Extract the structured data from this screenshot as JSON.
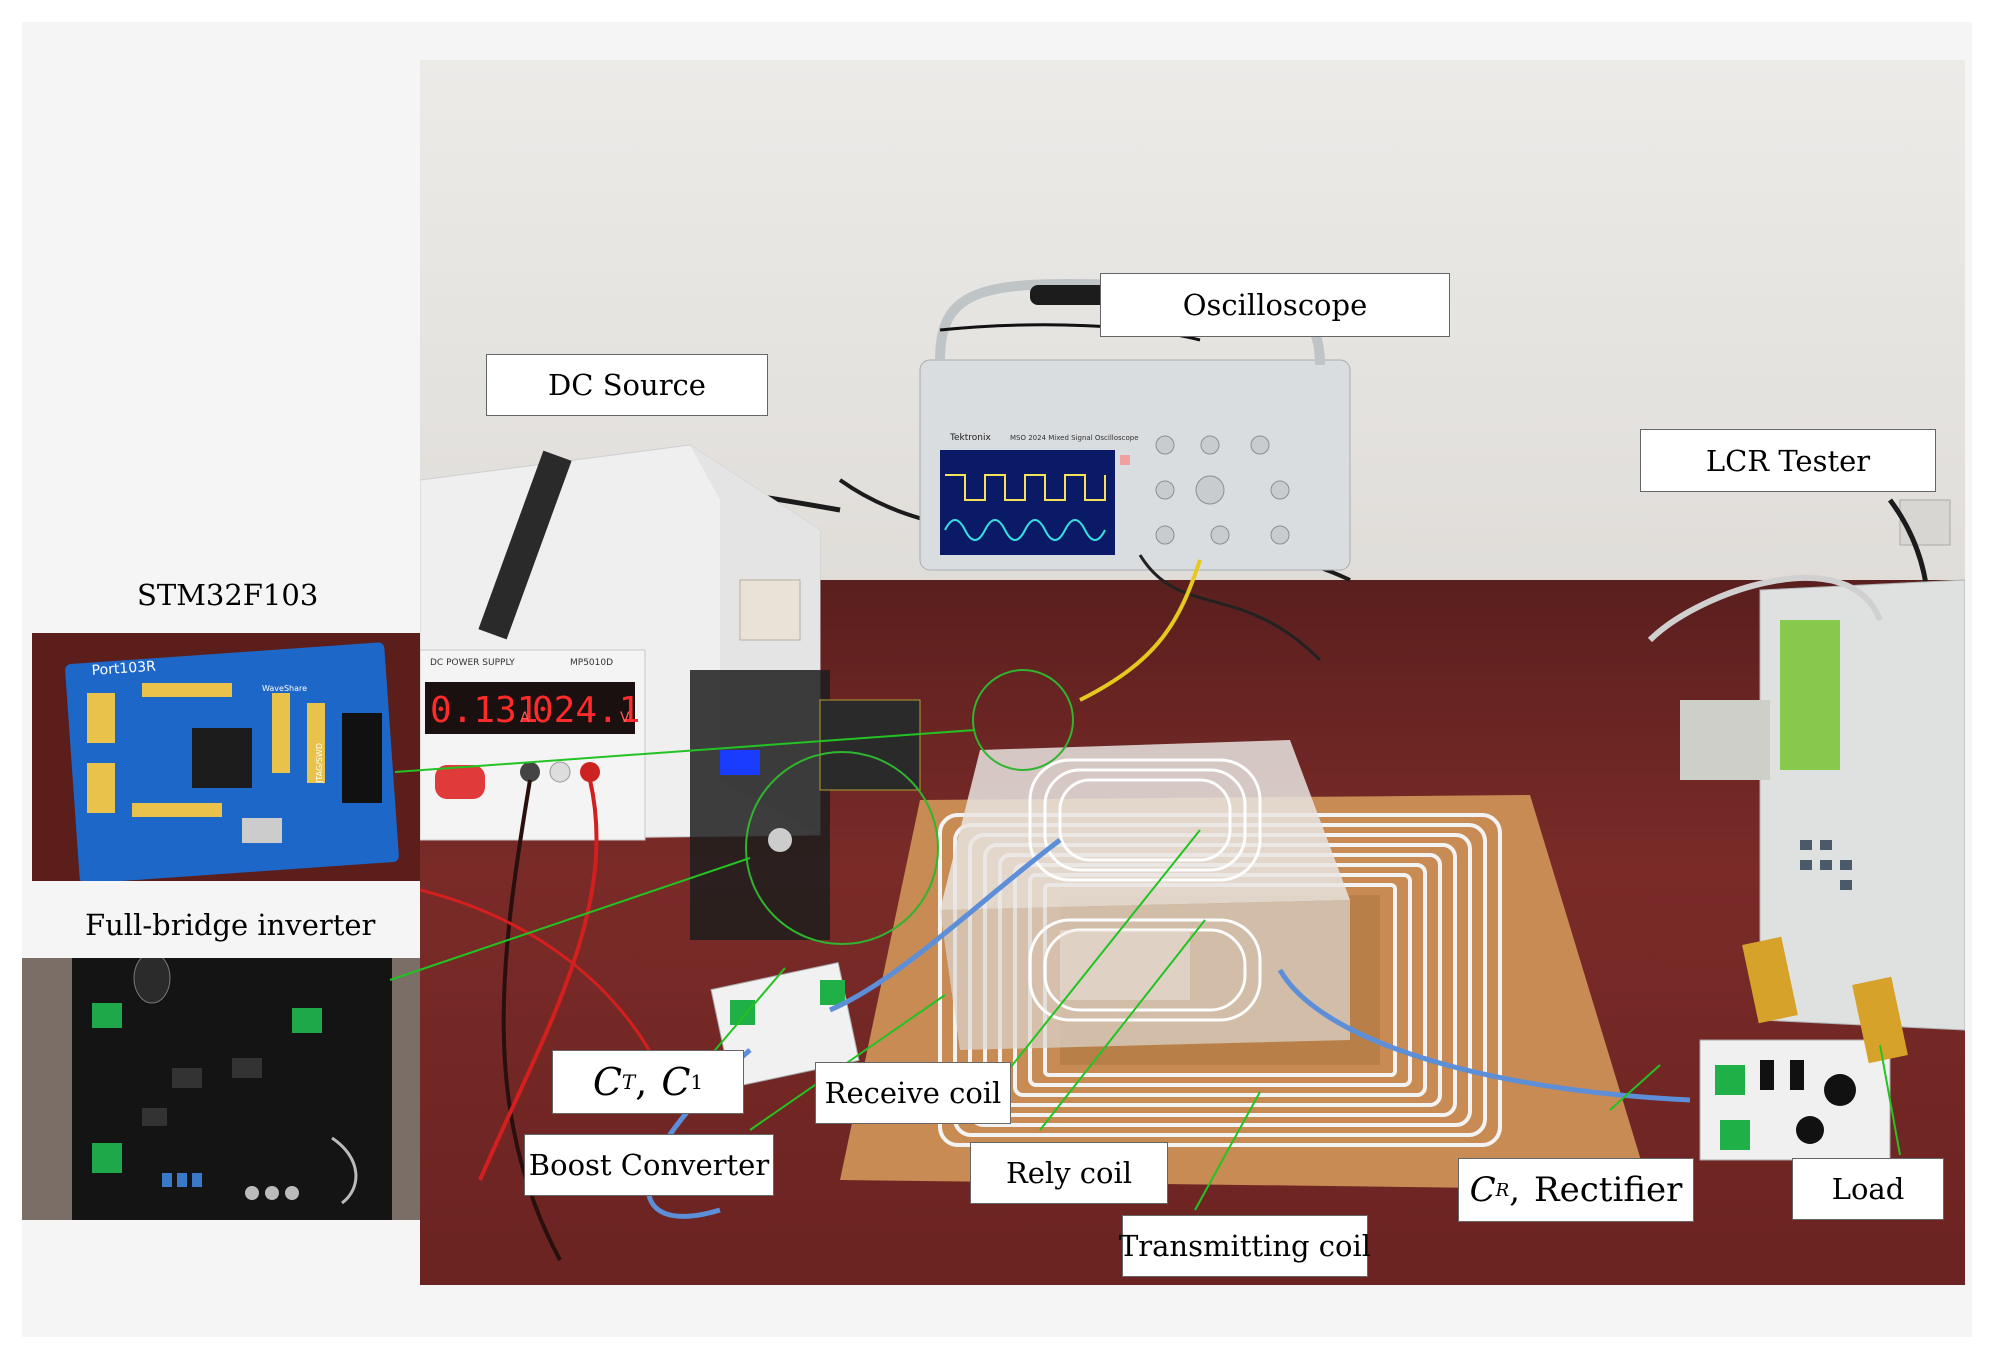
{
  "labels": {
    "stm32": "STM32F103",
    "full_bridge": "Full-bridge inverter",
    "dc_source": "DC Source",
    "oscilloscope": "Oscilloscope",
    "lcr": "LCR Tester",
    "receive_coil": "Receive coil",
    "boost": "Boost Converter",
    "rely_coil": "Rely coil",
    "transmitting_coil": "Transmitting coil",
    "load": "Load",
    "ct_c1": {
      "c1": "C",
      "sub1": "T",
      "sep": ",",
      "c2": "C",
      "sub2": "1"
    },
    "cr_rectifier": {
      "c": "C",
      "sub": "R",
      "sep": ",",
      "text": "Rectifier"
    }
  },
  "device_text": {
    "psu_brand": "DC POWER SUPPLY",
    "psu_model": "MP5010D",
    "psu_current": "0.131",
    "psu_current_unit": "A",
    "psu_voltage": "024.1",
    "psu_voltage_unit": "V",
    "scope_brand": "Tektronix",
    "scope_model": "MSO 2024 Mixed Signal Oscilloscope",
    "board_name": "Port103R",
    "board_brand": "WaveShare",
    "board_jtag": "JTAG/SWD"
  },
  "colors": {
    "annotation_line": "#22c322",
    "circle": "#2fb52f"
  }
}
